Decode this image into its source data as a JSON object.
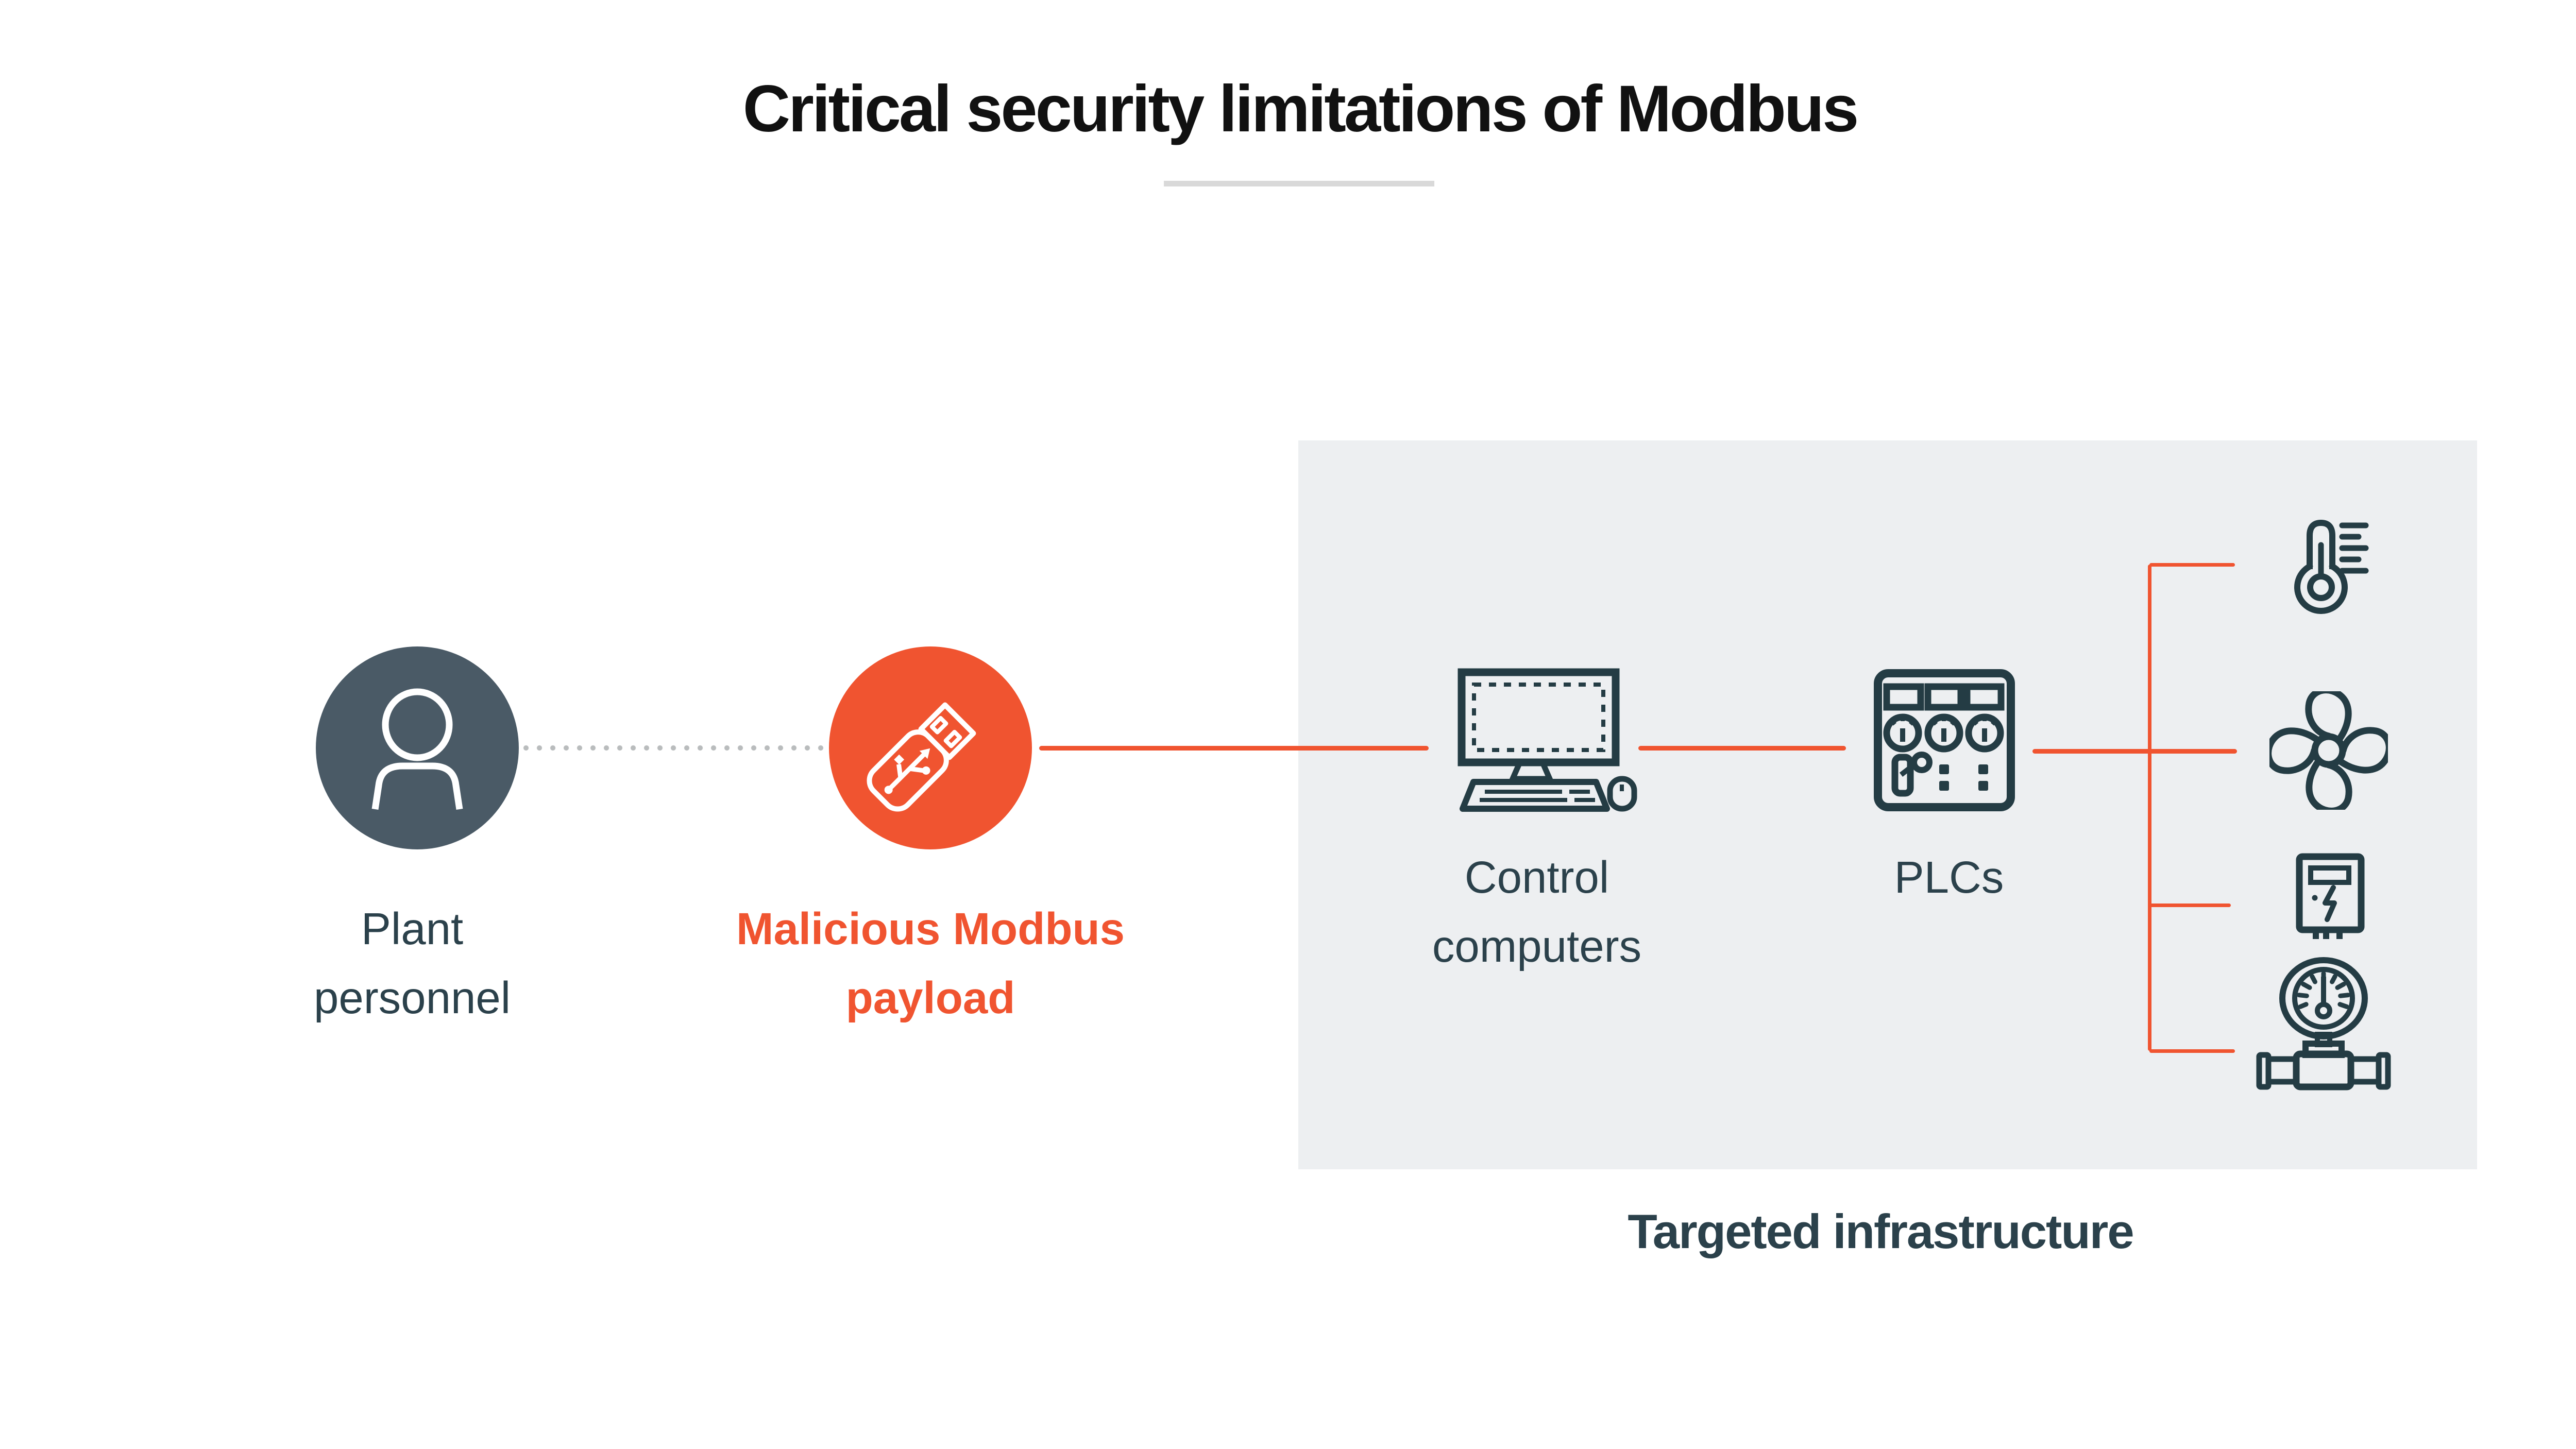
{
  "title": "Critical security limitations of Modbus",
  "flow": {
    "nodes": {
      "plant": {
        "label": "Plant personnel",
        "lines": [
          "Plant",
          "personnel"
        ],
        "icon": "person-icon"
      },
      "payload": {
        "label": "Malicious Modbus payload",
        "lines": [
          "Malicious Modbus",
          "payload"
        ],
        "icon": "usb-drive-icon"
      },
      "computers": {
        "label": "Control computers",
        "lines": [
          "Control",
          "computers"
        ],
        "icon": "desktop-computer-icon"
      },
      "plc": {
        "label": "PLCs",
        "lines": [
          "PLCs"
        ],
        "icon": "plc-panel-icon"
      }
    },
    "connectors": [
      "plant-personnel to malicious-payload (dotted gray)",
      "malicious-payload to control-computers (solid orange)",
      "control-computers to plcs (solid orange)",
      "plcs to infrastructure devices (solid orange bracket)"
    ]
  },
  "infrastructure": {
    "label": "Targeted infrastructure",
    "devices": [
      "thermometer-icon",
      "fan-icon",
      "electricity-meter-icon",
      "pressure-gauge-icon"
    ]
  },
  "colors": {
    "accent_orange": "#f05430",
    "person_circle": "#4a5a66",
    "icon_stroke": "#243c44",
    "label_text": "#2b414b",
    "title_text": "#111111",
    "panel_background": "#edeff1",
    "dotted_connector": "#b9bcbd",
    "title_divider": "#d9d9d9"
  }
}
